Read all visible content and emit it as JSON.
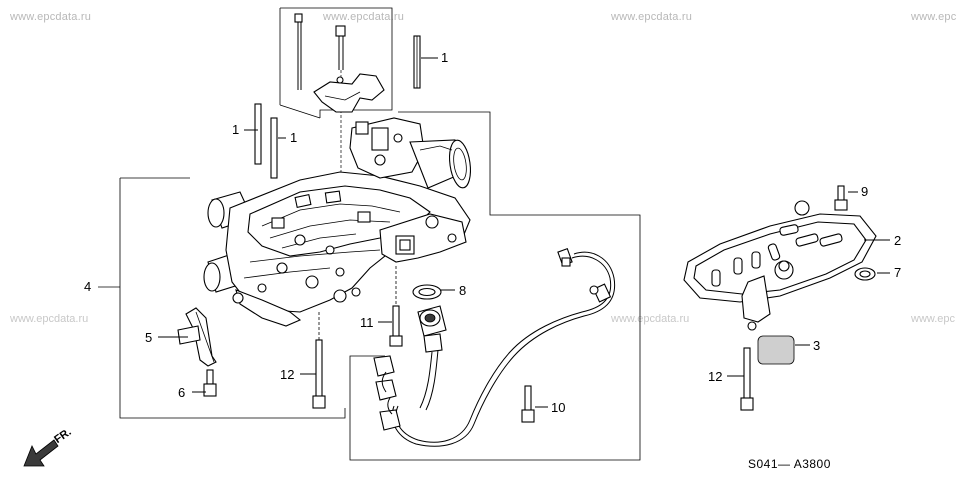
{
  "watermarks": {
    "left": "www.epcdata.ru",
    "center": "www.epcdata.ru",
    "right": "www.epcdata.ru",
    "far_right": "www.epc"
  },
  "callouts": {
    "c1a": "1",
    "c1b": "1",
    "c1c": "1",
    "c2": "2",
    "c3": "3",
    "c4": "4",
    "c5": "5",
    "c6": "6",
    "c7": "7",
    "c8": "8",
    "c9": "9",
    "c10": "10",
    "c11": "11",
    "c12a": "12",
    "c12b": "12"
  },
  "direction_label": "FR.",
  "diagram_code": "S041— A3800",
  "icons": [
    "front-direction-arrow-icon"
  ]
}
